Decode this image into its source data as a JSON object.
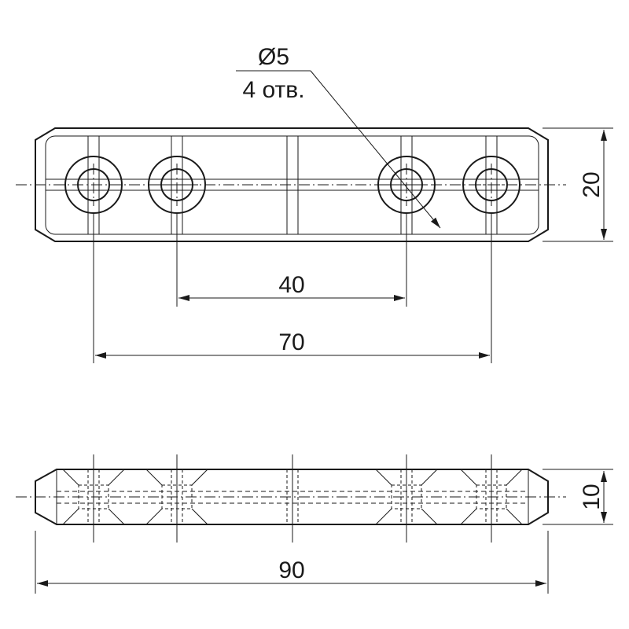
{
  "drawing": {
    "hole_callout": {
      "diameter": "Ø5",
      "count": "4 отв."
    },
    "dimensions": {
      "height_top_view": "20",
      "inner_spacing": "40",
      "outer_spacing": "70",
      "thickness": "10",
      "total_length": "90"
    }
  }
}
